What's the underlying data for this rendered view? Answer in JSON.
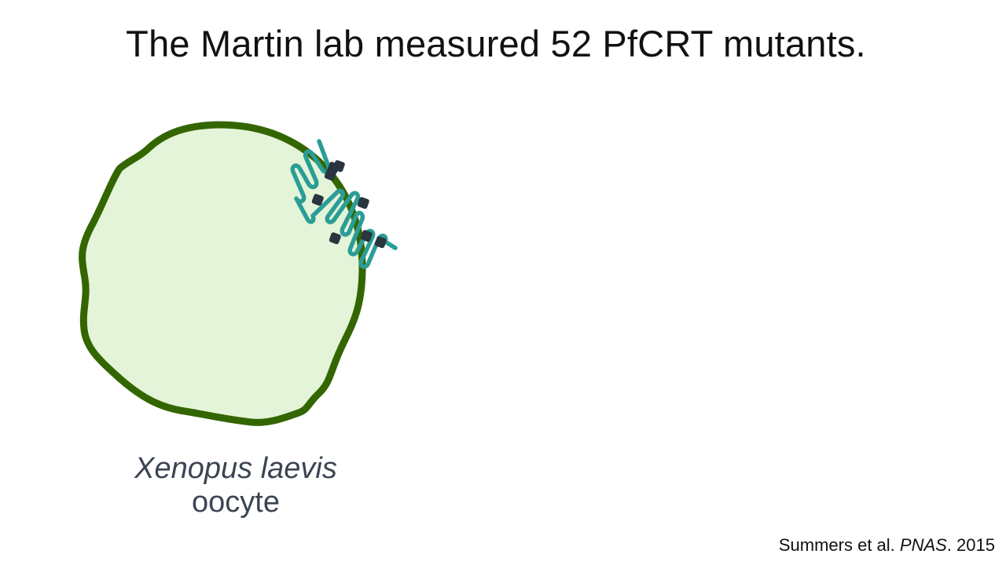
{
  "slide": {
    "title": "The Martin lab measured 52 PfCRT mutants."
  },
  "diagram": {
    "cell": {
      "species_label": "Xenopus laevis",
      "cell_type_label": "oocyte",
      "fill_color": "#e3f4d9",
      "membrane_color": "#336600"
    },
    "transporter": {
      "icon": "transmembrane-protein-icon",
      "color": "#2a9d96",
      "mutation_marker_color": "#2b3540"
    }
  },
  "citation": {
    "authors": "Summers et al. ",
    "journal": "PNAS",
    "year": ". 2015"
  }
}
